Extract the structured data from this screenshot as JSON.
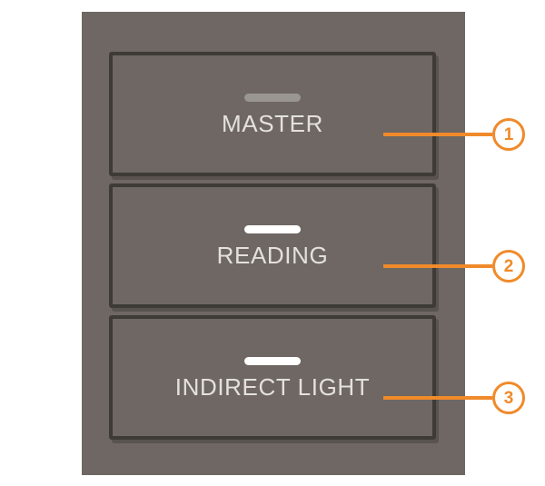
{
  "panel": {
    "name": "lighting-control-panel",
    "background_color": "#6e6763",
    "buttons": [
      {
        "label": "MASTER",
        "led_color": "#9a9692",
        "led_state": "dim",
        "callout": "1"
      },
      {
        "label": "READING",
        "led_color": "#ffffff",
        "led_state": "lit",
        "callout": "2"
      },
      {
        "label": "INDIRECT LIGHT",
        "led_color": "#ffffff",
        "led_state": "lit",
        "callout": "3"
      }
    ]
  },
  "callouts": {
    "accent_color": "#f08a2a",
    "items": [
      {
        "number": "1"
      },
      {
        "number": "2"
      },
      {
        "number": "3"
      }
    ]
  },
  "style": {
    "button_border_color": "#3e3a36",
    "label_color": "#e4e1dd",
    "page_background": "#ffffff"
  }
}
